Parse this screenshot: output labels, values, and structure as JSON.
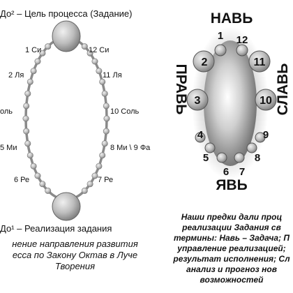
{
  "left": {
    "top_label": "До² – Цель процесса (Задание)",
    "nodes": [
      "1 Си",
      "12 Си",
      "2 Ля",
      "11 Ля",
      "оль",
      "10 Соль",
      "5 Ми",
      "8 Ми \\ 9 Фа",
      "6 Ре",
      "7 Ре"
    ],
    "bottom_label": "До¹ – Реализация задания",
    "caption": [
      "нение направления развития",
      "есса по Закону Октав в Луче",
      "Творения"
    ]
  },
  "right": {
    "title_top": "НАВЬ",
    "title_left": "ПРАВЬ",
    "title_right": "СЛАВЬ",
    "title_bottom": "ЯВЬ",
    "numbers": [
      "1",
      "12",
      "2",
      "11",
      "3",
      "10",
      "4",
      "9",
      "5",
      "8",
      "6",
      "7"
    ],
    "caption": [
      "Наши предки дали проц",
      "реализации Задания св",
      "термины: Навь – Задача; П",
      "управление реализацией;",
      "результат исполнения; Сл",
      "анализ и прогноз нов",
      "возможностей"
    ]
  },
  "colors": {
    "ring": "#888888",
    "bead_light": "#e8e8e8",
    "bead_dark": "#7c7c7c",
    "text": "#111111"
  }
}
